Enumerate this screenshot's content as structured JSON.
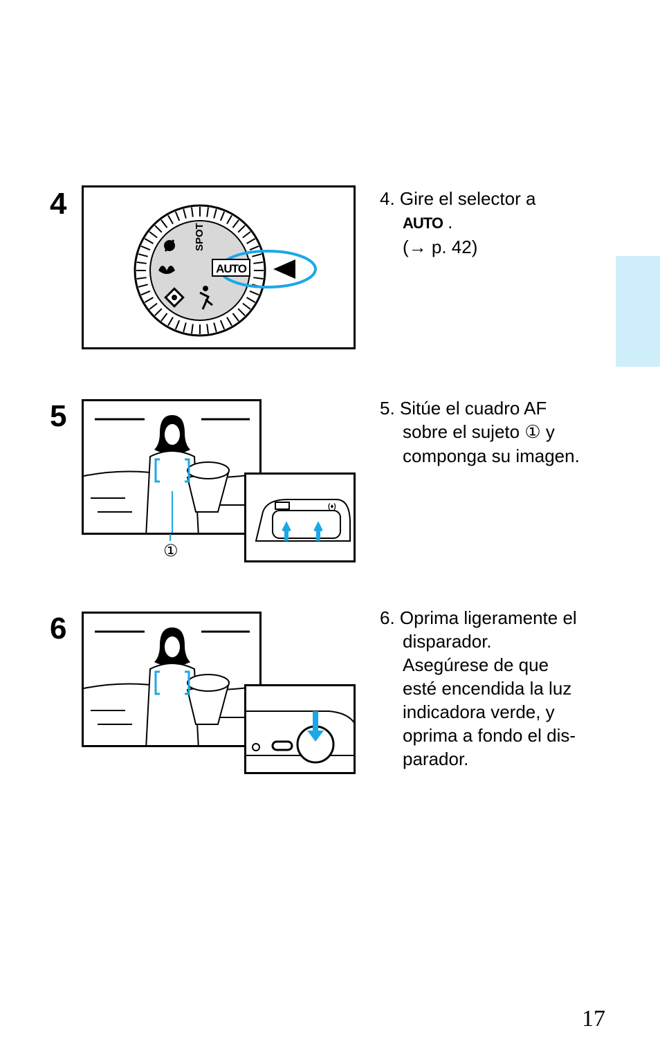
{
  "side_tab_color": "#cdeefa",
  "accent_color": "#1ba8e6",
  "steps": [
    {
      "number": "4",
      "lines": [
        "4. Gire el selector a",
        "AUTO",
        ".",
        "(→ p. 42)"
      ],
      "dial": {
        "auto_label": "AUTO",
        "spot_label": "SPOT"
      }
    },
    {
      "number": "5",
      "lines": [
        "5. Sitúe el cuadro AF",
        "sobre el sujeto",
        "①",
        "y",
        "componga su imagen."
      ],
      "callout": "①"
    },
    {
      "number": "6",
      "lines": [
        "6. Oprima ligeramente el",
        "disparador.",
        "Asegúrese de que",
        "esté encendida la luz",
        "indicadora verde, y",
        "oprima a fondo el dis-",
        "parador."
      ]
    }
  ],
  "page_number": "17"
}
